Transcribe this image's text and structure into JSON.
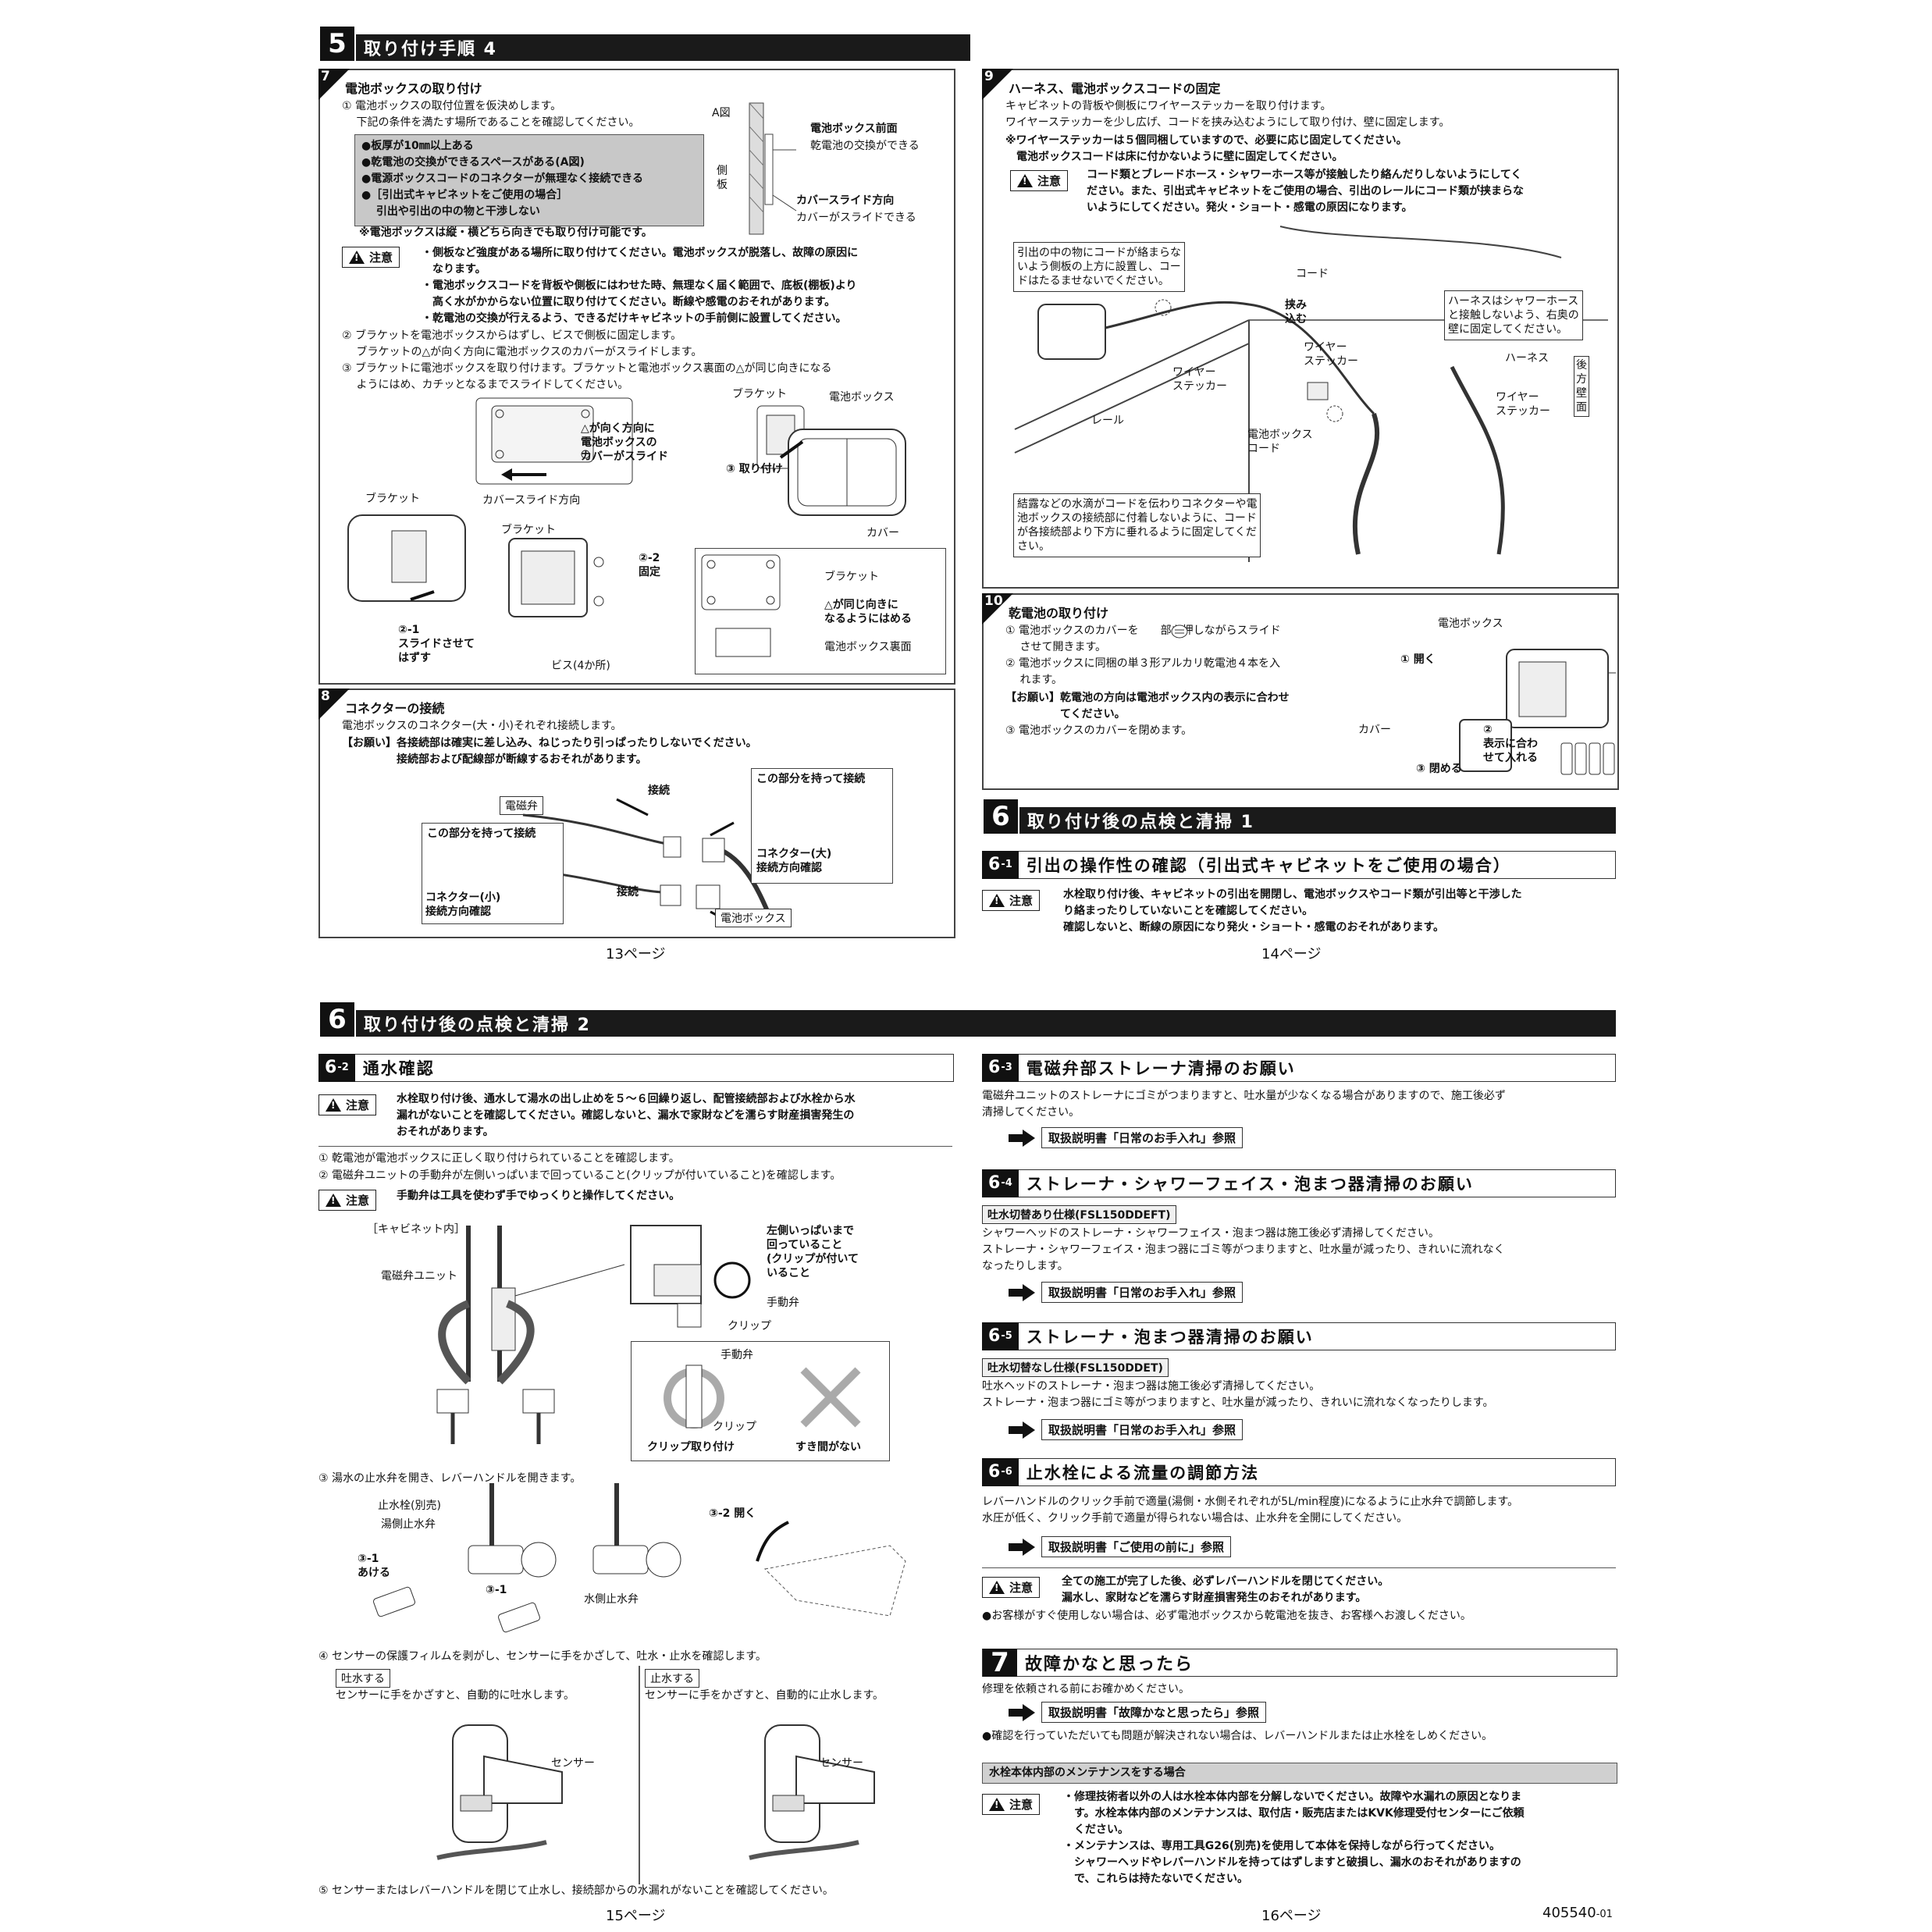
{
  "p13": {
    "header_num": "5",
    "header_title": "取り付け手順 4",
    "s7": {
      "num": "7",
      "title": "電池ボックスの取り付け",
      "l1": "① 電池ボックスの取付位置を仮決めします。\n　 下記の条件を満たす場所であることを確認してください。",
      "conditions": "●板厚が10㎜以上ある\n●乾電池の交換ができるスペースがある(A図)\n●電源ボックスコードのコネクターが無理なく接続できる\n●［引出式キャビネットをご使用の場合］\n　 引出や引出の中の物と干渉しない",
      "note": "※電池ボックスは縦・横どちら向きでも取り付け可能です。",
      "caution_label": "注意",
      "caution_text": "・側板など強度がある場所に取り付けてください。電池ボックスが脱落し、故障の原因に\n　なります。\n・電池ボックスコードを背板や側板にはわせた時、無理なく届く範囲で、底板(棚板)より\n　高く水がかからない位置に取り付けてください。断線や感電のおそれがあります。\n・乾電池の交換が行えるよう、できるだけキャビネットの手前側に設置してください。",
      "l2": "② ブラケットを電池ボックスからはずし、ビスで側板に固定します。\n　 ブラケットの△が向く方向に電池ボックスのカバーがスライドします。",
      "l3": "③ ブラケットに電池ボックスを取り付けます。ブラケットと電池ボックス裏面の△が同じ向きになる\n　 ようにはめ、カチッとなるまでスライドしてください。",
      "a_fig": "A図",
      "side_plate": "側\n板",
      "box_front": "電池ボックス前面",
      "box_front_sub": "乾電池の交換ができる",
      "cover_dir": "カバースライド方向",
      "cover_dir_sub": "カバーがスライドできる",
      "tri_note": "△が向く方向に\n電池ボックスの\nカバーがスライド",
      "cover_slide": "カバースライド方向",
      "bracket1": "ブラケット",
      "bracket2": "ブラケット",
      "bracket3": "ブラケット",
      "bracket4": "ブラケット",
      "battery_box": "電池ボックス",
      "step3": "③ 取り付け",
      "cover": "カバー",
      "fix": "②-2\n固定",
      "slide": "②-1\nスライドさせて\nはずす",
      "screws": "ビス(4か所)",
      "same_dir": "△が同じ向きに\nなるようにはめる",
      "box_back": "電池ボックス裏面"
    },
    "s8": {
      "num": "8",
      "title": "コネクターの接続",
      "l1": "電池ボックスのコネクター(大・小)それぞれ接続します。",
      "request": "【お願い】各接続部は確実に差し込み、ねじったり引っぱったりしないでください。\n　　　　　接続部および配線部が断線するおそれがあります。",
      "solenoid": "電磁弁",
      "hold1": "この部分を持って接続",
      "hold2": "この部分を持って接続",
      "connect1": "接続",
      "connect2": "接続",
      "conn_small": "コネクター(小)\n接続方向確認",
      "conn_large": "コネクター(大)\n接続方向確認",
      "battery_box": "電池ボックス"
    },
    "page": "13ページ"
  },
  "p14": {
    "s9": {
      "num": "9",
      "title": "ハーネス、電池ボックスコードの固定",
      "l1": "キャビネットの背板や側板にワイヤーステッカーを取り付けます。\nワイヤーステッカーを少し広げ、コードを挟み込むようにして取り付け、壁に固定します。",
      "l2": "※ワイヤーステッカーは５個同梱していますので、必要に応じ固定してください。\n　電池ボックスコードは床に付かないように壁に固定してください。",
      "caution_label": "注意",
      "caution_text": "コード類とブレードホース・シャワーホース等が接触したり絡んだりしないようにしてく\nださい。また、引出式キャビネットをご使用の場合、引出のレールにコード類が挟まらな\nいようにしてください。発火・ショート・感電の原因になります。",
      "note1": "引出の中の物にコードが絡まらな\nいよう側板の上方に設置し、コー\nドはたるませないでください。",
      "cord": "コード",
      "pinch": "挟み\n込む",
      "sticker1": "ワイヤー\nステッカー",
      "sticker2": "ワイヤー\nステッカー",
      "sticker3": "ワイヤー\nステッカー",
      "harness_note": "ハーネスはシャワーホース\nと接触しないよう、右奥の\n壁に固定してください。",
      "harness": "ハーネス",
      "rear_wall": "後\n方\n壁\n面",
      "rail": "レール",
      "box_cord": "電池ボックス\nコード",
      "dew_note": "結露などの水滴がコードを伝わりコネクターや電\n池ボックスの接続部に付着しないように、コード\nが各接続部より下方に垂れるように固定してくだ\nさい。"
    },
    "s10": {
      "num": "10",
      "title": "乾電池の取り付け",
      "l1": "① 電池ボックスのカバーを　　部を押しながらスライド\n　 させて開きます。\n② 電池ボックスに同梱の単３形アルカリ乾電池４本を入\n　 れます。",
      "request": "【お願い】乾電池の方向は電池ボックス内の表示に合わせ\n　　　　　てください。",
      "l3": "③ 電池ボックスのカバーを閉めます。",
      "battery_box": "電池ボックス",
      "open": "① 開く",
      "cover": "カバー",
      "match": "②\n表示に合わ\nせて入れる",
      "close": "③ 閉める"
    },
    "header_num": "6",
    "header_title": "取り付け後の点検と清掃 1",
    "s61": {
      "num": "6",
      "sub": "-1",
      "title": "引出の操作性の確認（引出式キャビネットをご使用の場合）",
      "caution_label": "注意",
      "caution_text": "水栓取り付け後、キャビネットの引出を開閉し、電池ボックスやコード類が引出等と干渉した\nり絡まったりしていないことを確認してください。\n確認しないと、断線の原因になり発火・ショート・感電のおそれがあります。"
    },
    "page": "14ページ"
  },
  "p15": {
    "header_num": "6",
    "header_title": "取り付け後の点検と清掃 2",
    "s62": {
      "num": "6",
      "sub": "-2",
      "title": "通水確認",
      "caution_label": "注意",
      "caution_text": "水栓取り付け後、通水して湯水の出し止めを５～６回繰り返し、配管接続部および水栓から水\n漏れがないことを確認してください。確認しないと、漏水で家財などを濡らす財産損害発生の\nおそれがあります。"
    },
    "l1": "① 乾電池が電池ボックスに正しく取り付けられていることを確認します。",
    "l2": "② 電磁弁ユニットの手動弁が左側いっぱいまで回っていること(クリップが付いていること)を確認します。",
    "caution2_label": "注意",
    "caution2_text": "手動弁は工具を使わず手でゆっくりと操作してください。",
    "cabinet": "［キャビネット内］",
    "sol_unit": "電磁弁ユニット",
    "left_full": "左側いっぱいまで\n回っていること\n(クリップが付いて\nいること",
    "manual_valve": "手動弁",
    "clip": "クリップ",
    "manual_valve2": "手動弁",
    "clip2": "クリップ",
    "clip_attach": "クリップ取り付け",
    "no_gap": "すき間がない",
    "l3": "③ 湯水の止水弁を開き、レバーハンドルを開きます。",
    "stop_valve": "止水栓(別売)",
    "hot_valve": "湯側止水弁",
    "open31a": "③-1\nあける",
    "open31b": "③-1",
    "cold_valve": "水側止水弁",
    "open32": "③-2 開く",
    "l4": "④ センサーの保護フィルムを剥がし、センサーに手をかざして、吐水・止水を確認します。",
    "spout_tag": "吐水する",
    "spout_text": "センサーに手をかざすと、自動的に吐水します。",
    "stop_tag": "止水する",
    "stop_text": "センサーに手をかざすと、自動的に止水します。",
    "sensor1": "センサー",
    "sensor2": "センサー",
    "l5": "⑤ センサーまたはレバーハンドルを閉じて止水し、接続部からの水漏れがないことを確認してください。",
    "page": "15ページ"
  },
  "p16": {
    "s63": {
      "num": "6",
      "sub": "-3",
      "title": "電磁弁部ストレーナ清掃のお願い",
      "text": "電磁弁ユニットのストレーナにゴミがつまりますと、吐水量が少なくなる場合がありますので、施工後必ず\n清掃してください。",
      "ref": "取扱説明書「日常のお手入れ」参照"
    },
    "s64": {
      "num": "6",
      "sub": "-4",
      "title": "ストレーナ・シャワーフェイス・泡まつ器清掃のお願い",
      "tag": "吐水切替あり仕様(FSL150DDEFT)",
      "text": "シャワーヘッドのストレーナ・シャワーフェイス・泡まつ器は施工後必ず清掃してください。\nストレーナ・シャワーフェイス・泡まつ器にゴミ等がつまりますと、吐水量が減ったり、きれいに流れなく\nなったりします。",
      "ref": "取扱説明書「日常のお手入れ」参照"
    },
    "s65": {
      "num": "6",
      "sub": "-5",
      "title": "ストレーナ・泡まつ器清掃のお願い",
      "tag": "吐水切替なし仕様(FSL150DDET)",
      "text": "吐水ヘッドのストレーナ・泡まつ器は施工後必ず清掃してください。\nストレーナ・泡まつ器にゴミ等がつまりますと、吐水量が減ったり、きれいに流れなくなったりします。",
      "ref": "取扱説明書「日常のお手入れ」参照"
    },
    "s66": {
      "num": "6",
      "sub": "-6",
      "title": "止水栓による流量の調節方法",
      "text": "レバーハンドルのクリック手前で適量(湯側・水側それぞれが5L/min程度)になるように止水弁で調節します。\n水圧が低く、クリック手前で適量が得られない場合は、止水弁を全開にしてください。",
      "ref": "取扱説明書「ご使用の前に」参照",
      "caution_label": "注意",
      "caution_text": "全ての施工が完了した後、必ずレバーハンドルを閉じてください。\n漏水し、家財などを濡らす財産損害発生のおそれがあります。",
      "note": "●お客様がすぐ使用しない場合は、必ず電池ボックスから乾電池を抜き、お客様へお渡しください。"
    },
    "s7": {
      "num": "7",
      "title": "故障かなと思ったら",
      "text": "修理を依頼される前にお確かめください。",
      "ref": "取扱説明書「故障かなと思ったら」参照",
      "note": "●確認を行っていただいても問題が解決されない場合は、レバーハンドルまたは止水栓をしめください。",
      "maint_tag": "水栓本体内部のメンテナンスをする場合",
      "caution_label": "注意",
      "caution_text": "・修理技術者以外の人は水栓本体内部を分解しないでください。故障や水漏れの原因となりま\n　す。水栓本体内部のメンテナンスは、取付店・販売店またはKVK修理受付センターにご依頼\n　ください。\n・メンテナンスは、専用工具G26(別売)を使用して本体を保持しながら行ってください。\n　シャワーヘッドやレバーハンドルを持ってはずしますと破損し、漏水のおそれがありますの\n　で、これらは持たないでください。"
    },
    "page": "16ページ",
    "doc_no": "405540",
    "doc_rev": "-01"
  }
}
